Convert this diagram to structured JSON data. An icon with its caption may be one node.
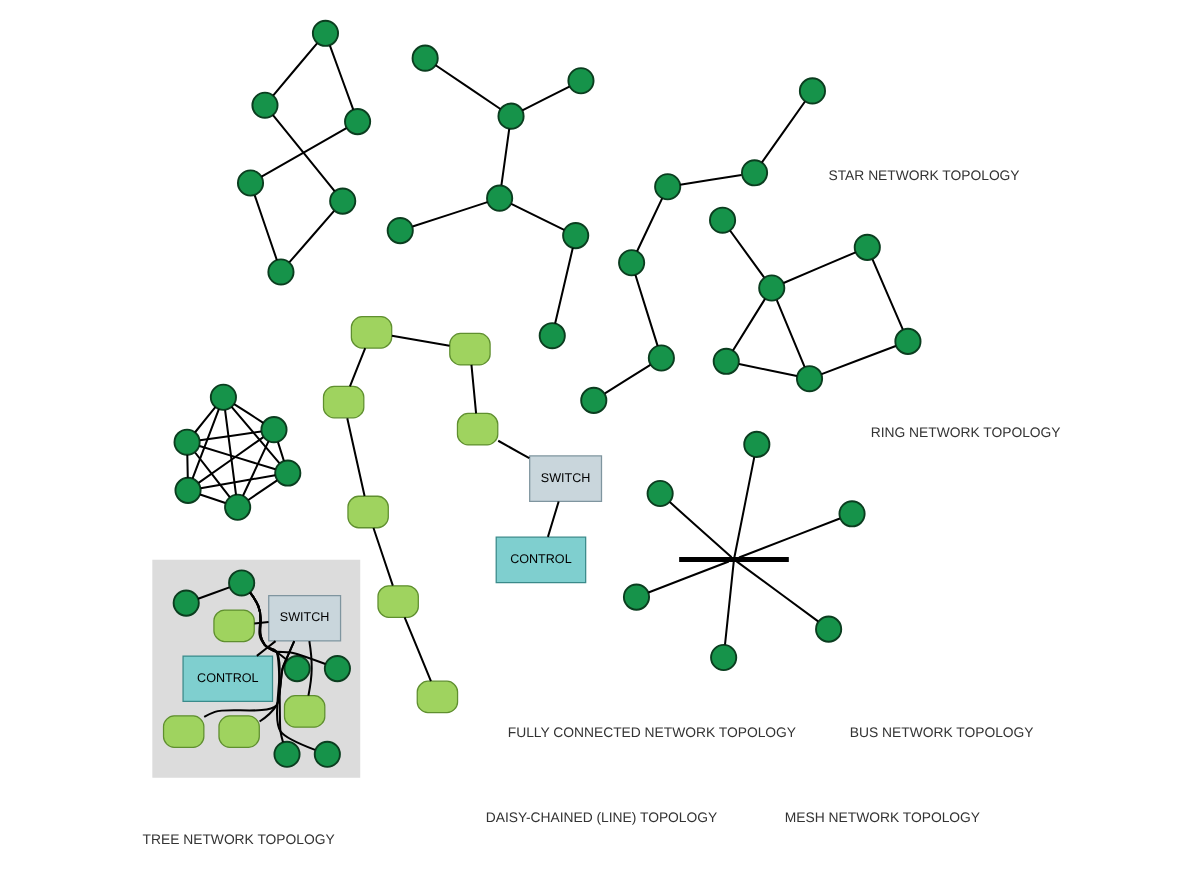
{
  "diagram": {
    "nodes": [
      {
        "text": [],
        "shape": "circle"
      },
      {
        "text": [],
        "shape": "circle"
      },
      {
        "text": [],
        "shape": "circle"
      },
      {
        "text": [],
        "shape": "circle"
      },
      {
        "text": [],
        "shape": "circle"
      },
      {
        "text": [],
        "shape": "circle"
      },
      {
        "text": [],
        "shape": "star"
      },
      {
        "text": [],
        "shape": "circle",
        "in": 6
      },
      {
        "text": [],
        "shape": "circle",
        "in": 6
      },
      {
        "text": [],
        "shape": "circle",
        "in": 6
      },
      {
        "text": [],
        "shape": "circle",
        "in": 6
      },
      {
        "text": [],
        "shape": "circle",
        "in": 6
      },
      {
        "text": [],
        "shape": "circle",
        "in": 6
      },
      {
        "text": [],
        "shape": "circle"
      },
      {
        "text": [],
        "shape": "circle"
      },
      {
        "text": [],
        "shape": "circle"
      },
      {
        "text": [],
        "shape": "circle"
      },
      {
        "text": [],
        "shape": "circle"
      },
      {
        "text": [],
        "shape": "circle"
      },
      {
        "text": [],
        "shape": "circle"
      },
      {
        "text": [],
        "shape": "circle"
      },
      {
        "text": [],
        "shape": "circle"
      },
      {
        "text": [],
        "shape": "circle"
      },
      {
        "text": [],
        "shape": "circle"
      },
      {
        "text": [],
        "shape": "circle"
      },
      {
        "text": [],
        "shape": "circle"
      },
      {
        "text": [
          "CONTROL"
        ],
        "in": 6
      },
      {
        "text": [],
        "shape": "box",
        "in": 6
      },
      {
        "text": [
          "SWITCH"
        ],
        "in": 6
      },
      {
        "text": [],
        "shape": "box",
        "in": 6
      },
      {
        "text": [],
        "shape": "box",
        "in": 6
      },
      {
        "text": [],
        "shape": "box",
        "in": 6
      },
      {
        "text": [],
        "shape": "circle"
      },
      {
        "text": [],
        "shape": "circle"
      },
      {
        "text": [],
        "shape": "circle"
      },
      {
        "text": [],
        "shape": "bar"
      },
      {
        "text": [],
        "shape": "circle"
      },
      {
        "text": [],
        "shape": "circle"
      },
      {
        "text": [],
        "shape": "circle"
      },
      {
        "text": [
          "CONTROL"
        ]
      },
      {
        "text": [],
        "shape": "circle"
      },
      {
        "text": [],
        "shape": "circle"
      },
      {
        "text": [],
        "shape": "circle"
      },
      {
        "text": [],
        "shape": "circle"
      },
      {
        "text": [],
        "shape": "circle"
      },
      {
        "text": [],
        "shape": "circle"
      },
      {
        "text": [
          "SWITCH"
        ]
      },
      {
        "text": [],
        "shape": "box"
      },
      {
        "text": [],
        "shape": "box"
      },
      {
        "text": [],
        "shape": "box"
      },
      {
        "text": [],
        "shape": "box"
      },
      {
        "text": [],
        "shape": "box"
      },
      {
        "text": [],
        "shape": "box"
      },
      {
        "text": [],
        "shape": "box"
      },
      {
        "text": [],
        "shape": "circle"
      },
      {
        "text": [],
        "shape": "circle"
      },
      {
        "text": [],
        "shape": "circle"
      },
      {
        "text": [],
        "shape": "circle"
      },
      {
        "text": [],
        "shape": "circle"
      },
      {
        "text": [],
        "shape": "circle"
      }
    ],
    "edges": [
      {
        "from": 0,
        "to": 1,
        "arrow": "none"
      },
      {
        "from": 0,
        "to": 2,
        "arrow": "none"
      },
      {
        "from": 0,
        "to": 4,
        "arrow": "none"
      },
      {
        "from": 1,
        "to": 3,
        "arrow": "none"
      },
      {
        "from": 3,
        "to": 4,
        "arrow": "none"
      },
      {
        "from": 2,
        "to": 4,
        "arrow": "none"
      },
      {
        "from": 4,
        "to": 5,
        "arrow": "none"
      },
      {
        "from": 9,
        "to": 7,
        "arrow": "none"
      },
      {
        "from": 9,
        "to": 8,
        "arrow": "none"
      },
      {
        "from": 9,
        "to": 10,
        "arrow": "none"
      },
      {
        "from": 9,
        "to": 11,
        "arrow": "none"
      },
      {
        "from": 9,
        "to": 12,
        "arrow": "none"
      },
      {
        "from": 13,
        "to": 14,
        "arrow": "none"
      },
      {
        "from": 13,
        "to": 15,
        "arrow": "none"
      },
      {
        "from": 13,
        "to": 16,
        "arrow": "none"
      },
      {
        "from": 13,
        "to": 17,
        "arrow": "none"
      },
      {
        "from": 13,
        "to": 18,
        "arrow": "none"
      },
      {
        "from": 14,
        "to": 15,
        "arrow": "none"
      },
      {
        "from": 14,
        "to": 16,
        "arrow": "none"
      },
      {
        "from": 14,
        "to": 17,
        "arrow": "none"
      },
      {
        "from": 14,
        "to": 18,
        "arrow": "none"
      },
      {
        "from": 15,
        "to": 16,
        "arrow": "none"
      },
      {
        "from": 15,
        "to": 17,
        "arrow": "none"
      },
      {
        "from": 15,
        "to": 18,
        "arrow": "none"
      },
      {
        "from": 16,
        "to": 17,
        "arrow": "none"
      },
      {
        "from": 16,
        "to": 18,
        "arrow": "none"
      },
      {
        "from": 17,
        "to": 18,
        "arrow": "none"
      },
      {
        "from": 19,
        "to": 22,
        "arrow": "none"
      },
      {
        "from": 20,
        "to": 22,
        "arrow": "none"
      },
      {
        "from": 21,
        "to": 23,
        "arrow": "none"
      },
      {
        "from": 22,
        "to": 24,
        "arrow": "none"
      },
      {
        "from": 23,
        "to": 24,
        "arrow": "none"
      },
      {
        "from": 24,
        "to": 25,
        "arrow": "none"
      },
      {
        "from": 26,
        "to": 28,
        "arrow": "none"
      },
      {
        "from": 28,
        "to": 27,
        "arrow": "none"
      },
      {
        "from": 28,
        "to": 29,
        "arrow": "none"
      },
      {
        "from": 28,
        "to": 30,
        "arrow": "none"
      },
      {
        "from": 28,
        "to": 31,
        "arrow": "none"
      },
      {
        "from": 32,
        "to": 35,
        "arrow": "none"
      },
      {
        "from": 33,
        "to": 35,
        "arrow": "none"
      },
      {
        "from": 34,
        "to": 35,
        "arrow": "none"
      },
      {
        "from": 36,
        "to": 35,
        "arrow": "none"
      },
      {
        "from": 37,
        "to": 35,
        "arrow": "none"
      },
      {
        "from": 38,
        "to": 35,
        "arrow": "none"
      },
      {
        "from": 40,
        "to": 41,
        "arrow": "none"
      },
      {
        "from": 41,
        "to": 42,
        "arrow": "none"
      },
      {
        "from": 42,
        "to": 43,
        "arrow": "none"
      },
      {
        "from": 43,
        "to": 44,
        "arrow": "none"
      },
      {
        "from": 44,
        "to": 45,
        "arrow": "none"
      },
      {
        "from": 39,
        "to": 46,
        "arrow": "none"
      },
      {
        "from": 46,
        "to": 47,
        "arrow": "none"
      },
      {
        "from": 47,
        "to": 48,
        "arrow": "none"
      },
      {
        "from": 48,
        "to": 49,
        "arrow": "none"
      },
      {
        "from": 49,
        "to": 50,
        "arrow": "none"
      },
      {
        "from": 50,
        "to": 51,
        "arrow": "none"
      },
      {
        "from": 51,
        "to": 52,
        "arrow": "none"
      },
      {
        "from": 52,
        "to": 53,
        "arrow": "none"
      },
      {
        "from": 54,
        "to": 55,
        "arrow": "none"
      },
      {
        "from": 55,
        "to": 57,
        "arrow": "none"
      },
      {
        "from": 57,
        "to": 59,
        "arrow": "none"
      },
      {
        "from": 59,
        "to": 58,
        "arrow": "none"
      },
      {
        "from": 58,
        "to": 56,
        "arrow": "none"
      },
      {
        "from": 56,
        "to": 54,
        "arrow": "none"
      }
    ],
    "labels": [
      "MESH NETWORK TOPOLOGY",
      "STAR NETWORK TOPOLOGY",
      "FULLY CONNECTED NETWORK TOPOLOGY",
      "TREE NETWORK TOPOLOGY",
      "BUS NETWORK TOPOLOGY",
      "DAISY-CHAINED (LINE) TOPOLOGY",
      "RING NETWORK TOPOLOGY"
    ]
  }
}
